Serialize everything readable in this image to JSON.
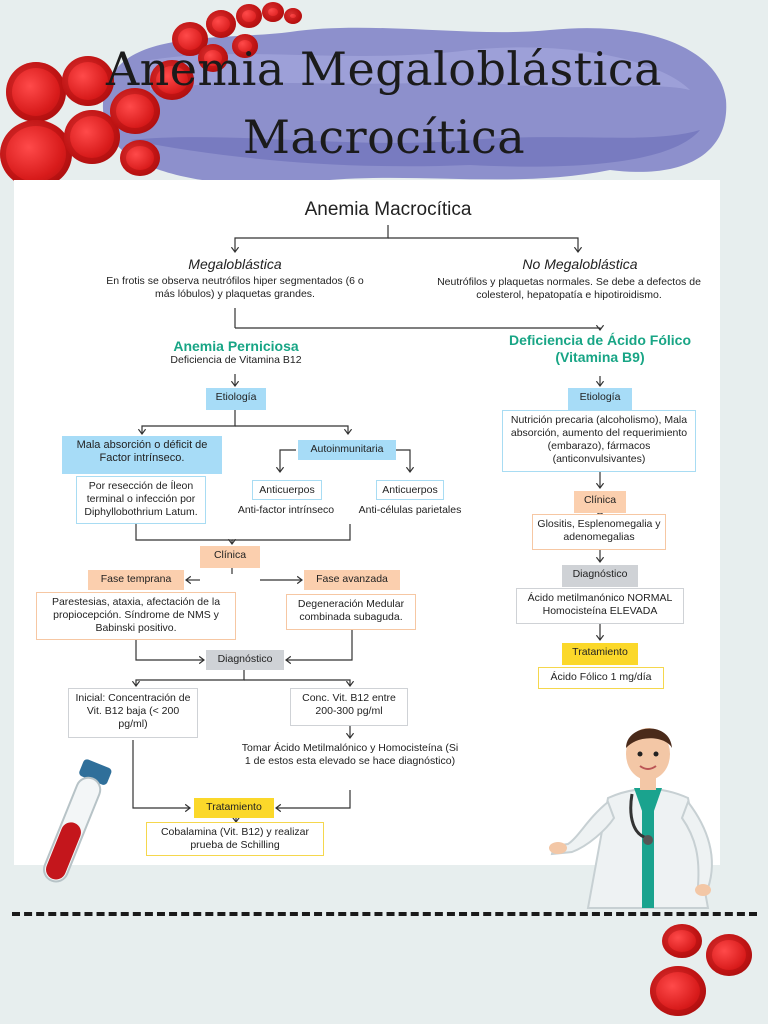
{
  "title": {
    "line1": "Anemia Megaloblástica",
    "line2": "Macrocítica"
  },
  "diagram": {
    "root": "Anemia Macrocítica",
    "megaloblastica": {
      "label": "Megaloblástica",
      "desc": "En frotis se observa neutrófilos hiper segmentados (6 o más lóbulos) y plaquetas grandes."
    },
    "no_megaloblastica": {
      "label": "No Megaloblástica",
      "desc": "Neutrófilos y plaquetas normales. Se debe a defectos de colesterol, hepatopatía e hipotiroidismo."
    },
    "perniciosa": {
      "title": "Anemia Perniciosa",
      "subtitle": "Deficiencia de Vitamina B12",
      "etiologia": "Etiología",
      "mala_absorcion": "Mala absorción o déficit de Factor intrínseco.",
      "reseccion": "Por resección de Íleon terminal o infección por Diphyllobothrium Latum.",
      "autoinmunitaria": "Autoinmunitaria",
      "anticuerpos1": "Anticuerpos",
      "antifactor": "Anti-factor intrínseco",
      "anticuerpos2": "Anticuerpos",
      "anticelulas": "Anti-células parietales",
      "clinica": "Clínica",
      "fase_temprana": "Fase temprana",
      "fase_temprana_desc": "Parestesias, ataxia, afectación de la propiocepción. Síndrome de NMS y Babinski positivo.",
      "fase_avanzada": "Fase avanzada",
      "fase_avanzada_desc": "Degeneración Medular combinada subaguda.",
      "diagnostico": "Diagnóstico",
      "inicial": "Inicial: Concentración de Vit. B12 baja (< 200 pg/ml)",
      "conc": "Conc. Vit. B12 entre 200-300 pg/ml",
      "tomar": "Tomar Ácido Metilmalónico y Homocisteína (Si 1 de estos esta elevado se hace diagnóstico)",
      "tratamiento": "Tratamiento",
      "cobalamina": "Cobalamina (Vit. B12) y realizar prueba de Schilling"
    },
    "folico": {
      "title": "Deficiencia de Ácido Fólico (Vitamina B9)",
      "etiologia": "Etiología",
      "etiologia_desc": "Nutrición precaria (alcoholismo), Mala absorción, aumento del requerimiento (embarazo), fármacos (anticonvulsivantes)",
      "clinica": "Clínica",
      "clinica_desc": "Glositis, Esplenomegalia y adenomegalias",
      "diagnostico": "Diagnóstico",
      "diagnostico_desc": "Ácido metilmanónico NORMAL Homocisteína ELEVADA",
      "tratamiento": "Tratamiento",
      "tratamiento_desc": "Ácido Fólico 1 mg/día"
    }
  },
  "colors": {
    "banner": "#7d7fc6",
    "teal": "#18a585",
    "blue": "#a7dcf7",
    "peach": "#fbcfae",
    "gray": "#cfd2d6",
    "yellow": "#fbd82a",
    "blood": "#d81b1b"
  }
}
